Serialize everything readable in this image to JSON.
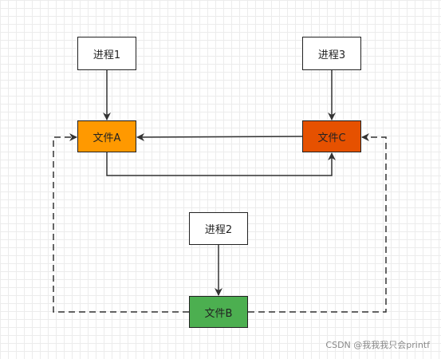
{
  "nodes": {
    "proc1": {
      "label": "进程1",
      "color": "#ffffff"
    },
    "proc2": {
      "label": "进程2",
      "color": "#ffffff"
    },
    "proc3": {
      "label": "进程3",
      "color": "#ffffff"
    },
    "fileA": {
      "label": "文件A",
      "color": "#ff9900"
    },
    "fileB": {
      "label": "文件B",
      "color": "#4caf50"
    },
    "fileC": {
      "label": "文件C",
      "color": "#e65100"
    }
  },
  "edges": [
    {
      "from": "进程1",
      "to": "文件A",
      "style": "solid"
    },
    {
      "from": "进程3",
      "to": "文件C",
      "style": "solid"
    },
    {
      "from": "进程2",
      "to": "文件B",
      "style": "solid"
    },
    {
      "from": "文件C",
      "to": "文件A",
      "style": "solid"
    },
    {
      "from": "文件A",
      "to": "文件C",
      "style": "solid"
    },
    {
      "from": "文件B",
      "to": "文件A",
      "style": "dashed"
    },
    {
      "from": "文件B",
      "to": "文件C",
      "style": "dashed"
    }
  ],
  "watermark": "CSDN @我我我只会printf"
}
